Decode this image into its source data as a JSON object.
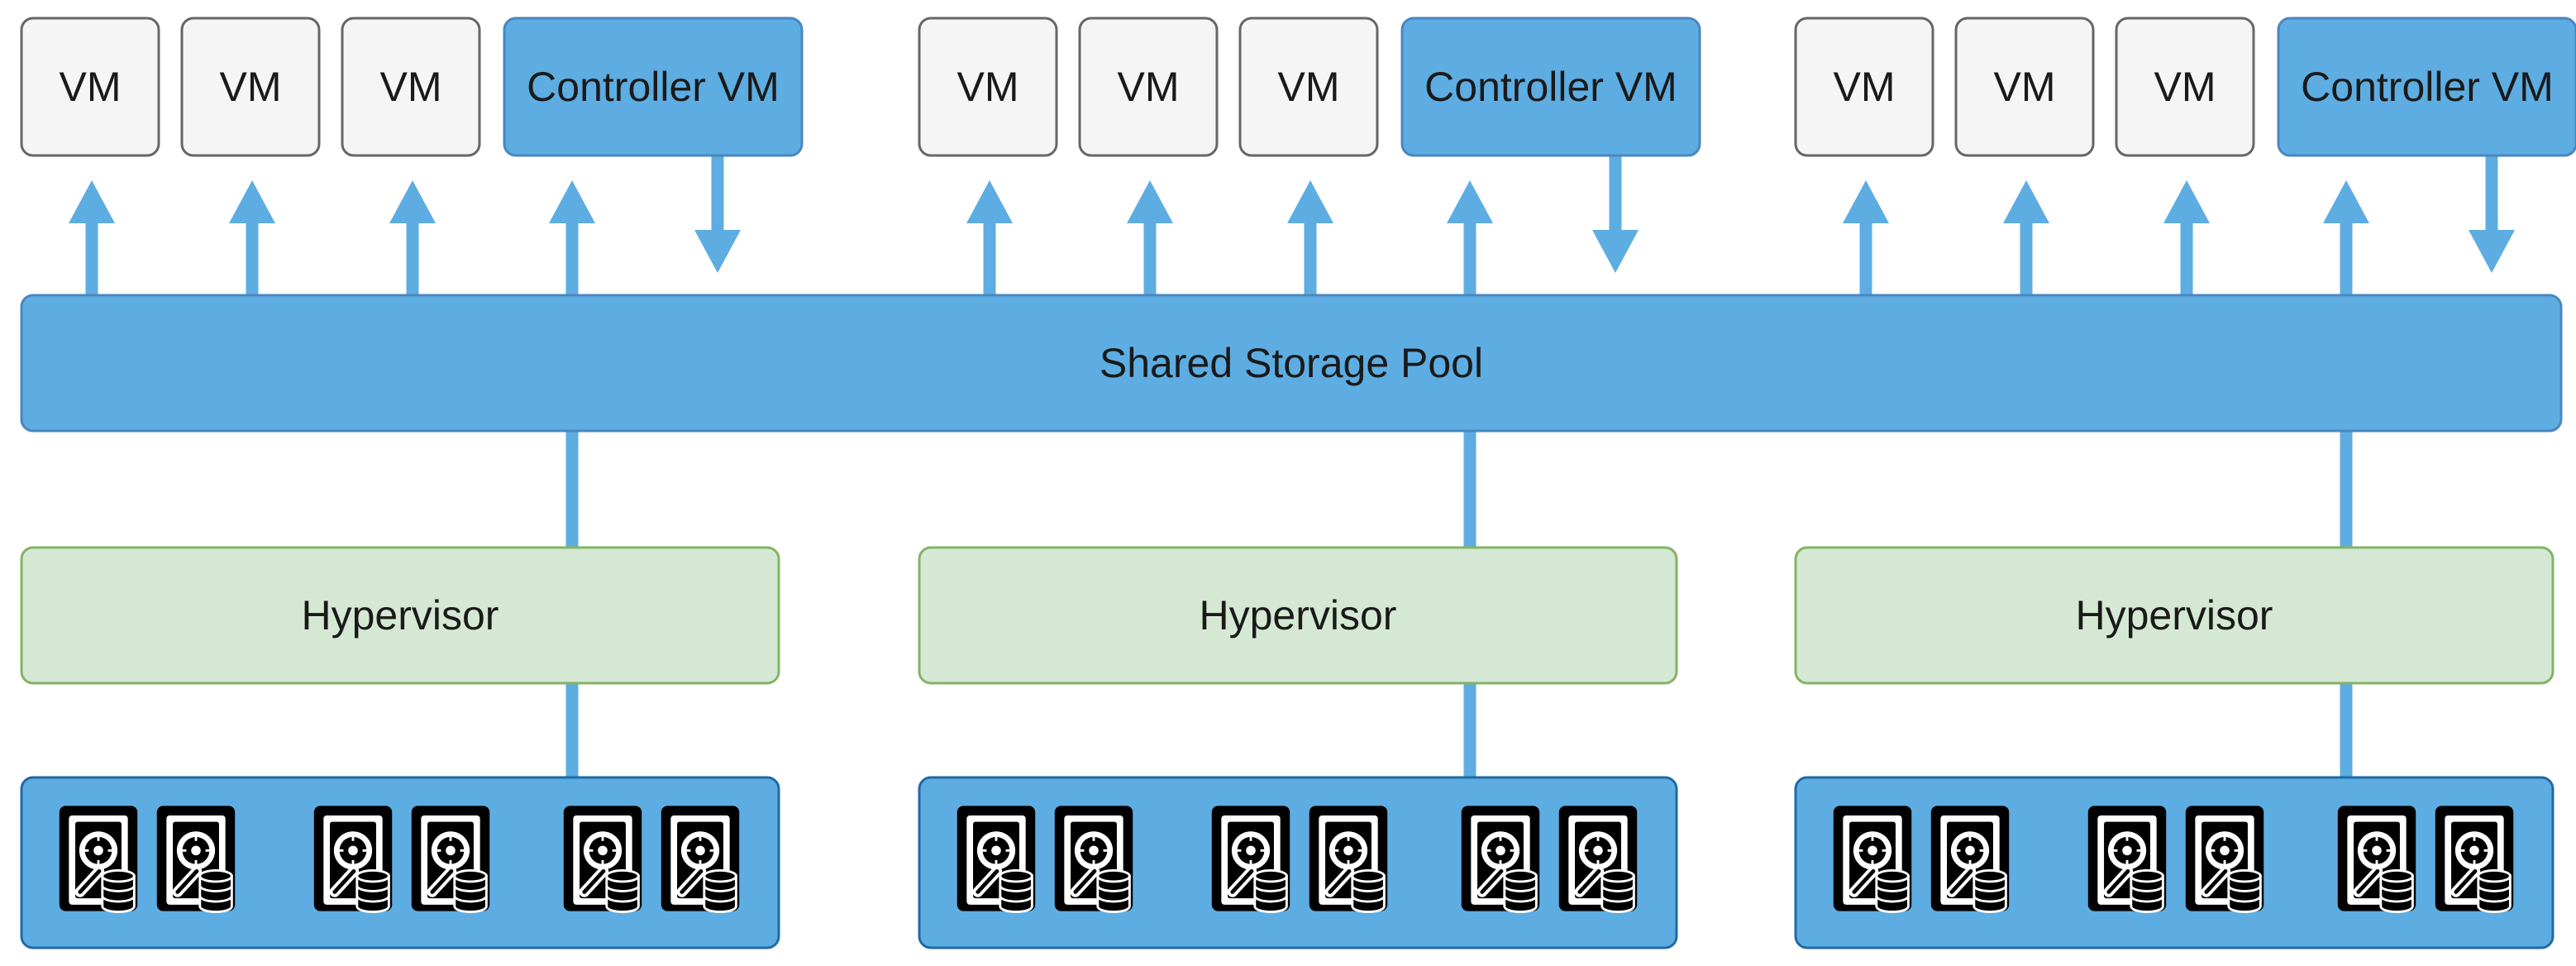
{
  "colors": {
    "vm_fill": "#f5f5f5",
    "vm_stroke": "#666666",
    "controller_fill": "#5dade2",
    "controller_stroke": "#4a86c0",
    "pool_fill": "#5dade2",
    "pool_stroke": "#4a86c0",
    "hypervisor_fill": "#d5e8d4",
    "hypervisor_stroke": "#82b366",
    "disk_tray_fill": "#5dade2",
    "disk_tray_stroke": "#1f6aa5",
    "connector": "#5dade2",
    "text": "#1a1a1a"
  },
  "storage_pool": {
    "label": "Shared Storage Pool"
  },
  "nodes": [
    {
      "vms": [
        "VM",
        "VM",
        "VM"
      ],
      "controller": "Controller VM",
      "hypervisor": "Hypervisor",
      "disk_icon": "hard-disk-drive-icon",
      "disk_groups": 3,
      "disks_per_group": 2
    },
    {
      "vms": [
        "VM",
        "VM",
        "VM"
      ],
      "controller": "Controller VM",
      "hypervisor": "Hypervisor",
      "disk_icon": "hard-disk-drive-icon",
      "disk_groups": 3,
      "disks_per_group": 2
    },
    {
      "vms": [
        "VM",
        "VM",
        "VM"
      ],
      "controller": "Controller VM",
      "hypervisor": "Hypervisor",
      "disk_icon": "hard-disk-drive-icon",
      "disk_groups": 3,
      "disks_per_group": 2
    }
  ]
}
